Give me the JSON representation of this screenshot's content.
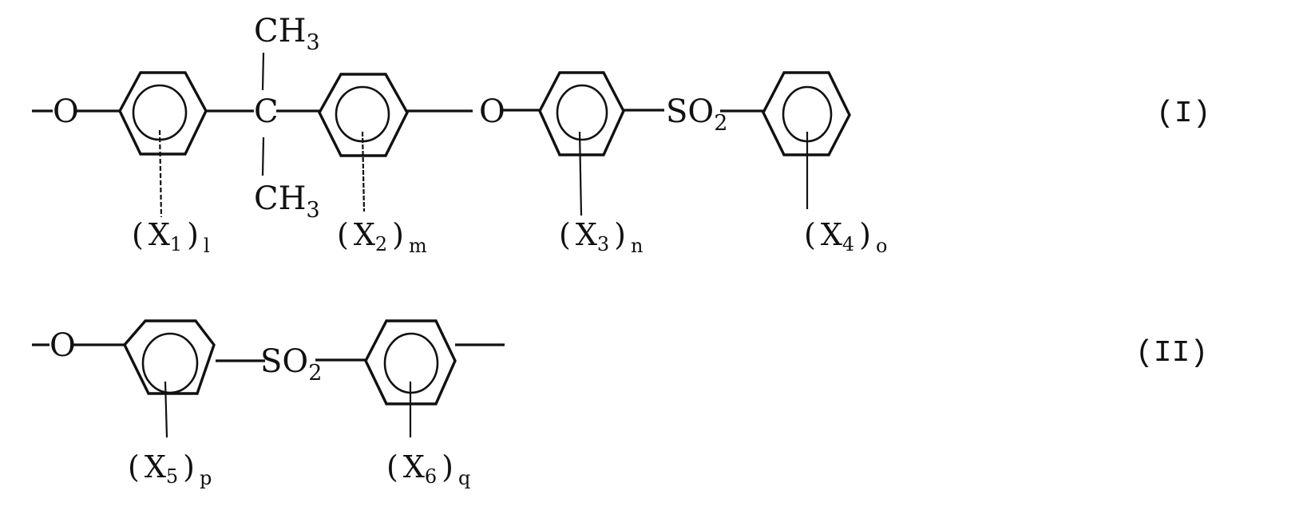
{
  "formula_I": {
    "label": "(I)",
    "terminal_o": "O",
    "ether_o": "O",
    "quaternary_c": "C",
    "methyl_top": {
      "main": "CH",
      "sub": "3"
    },
    "methyl_bottom": {
      "main": "CH",
      "sub": "3"
    },
    "sulfonyl": {
      "main": "SO",
      "sub": "2"
    },
    "substituents": [
      {
        "open": "(",
        "x": "X",
        "x_sub": "1",
        "close": ")",
        "count": "l"
      },
      {
        "open": "(",
        "x": "X",
        "x_sub": "2",
        "close": ")",
        "count": "m"
      },
      {
        "open": "(",
        "x": "X",
        "x_sub": "3",
        "close": ")",
        "count": "n"
      },
      {
        "open": "(",
        "x": "X",
        "x_sub": "4",
        "close": ")",
        "count": "o"
      }
    ]
  },
  "formula_II": {
    "label": "(II)",
    "terminal_o": "O",
    "sulfonyl": {
      "main": "SO",
      "sub": "2"
    },
    "substituents": [
      {
        "open": "(",
        "x": "X",
        "x_sub": "5",
        "close": ")",
        "count": "p"
      },
      {
        "open": "(",
        "x": "X",
        "x_sub": "6",
        "close": ")",
        "count": "q"
      }
    ]
  }
}
